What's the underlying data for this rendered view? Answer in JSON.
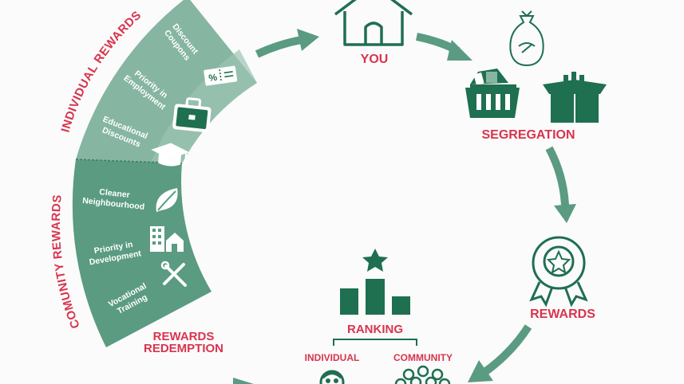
{
  "colors": {
    "dark_green": "#1f6f51",
    "mid_green": "#5a9b82",
    "light_green": "#86b5a2",
    "pale_green": "#9dc4b4",
    "red": "#d8344e"
  },
  "cycle": {
    "you": "YOU",
    "segregation": "SEGREGATION",
    "rewards": "REWARDS",
    "ranking": "RANKING",
    "individual": "INDIVIDUAL",
    "community": "COMMUNITY",
    "redemption_line1": "REWARDS",
    "redemption_line2": "REDEMPTION"
  },
  "individual_rewards": {
    "title": "INDIVIDUAL REWARDS",
    "items": [
      {
        "line1": "Discount",
        "line2": "Coupons",
        "icon": "coupon-icon"
      },
      {
        "line1": "Priority in",
        "line2": "Employment",
        "icon": "briefcase-icon"
      },
      {
        "line1": "Educational",
        "line2": "Discounts",
        "icon": "graduation-cap-icon"
      }
    ]
  },
  "community_rewards": {
    "title": "COMUNITY REWARDS",
    "items": [
      {
        "line1": "Cleaner",
        "line2": "Neighbourhood",
        "icon": "leaf-icon"
      },
      {
        "line1": "Priority in",
        "line2": "Development",
        "icon": "buildings-icon"
      },
      {
        "line1": "Vocational",
        "line2": "Training",
        "icon": "tools-icon"
      }
    ]
  }
}
